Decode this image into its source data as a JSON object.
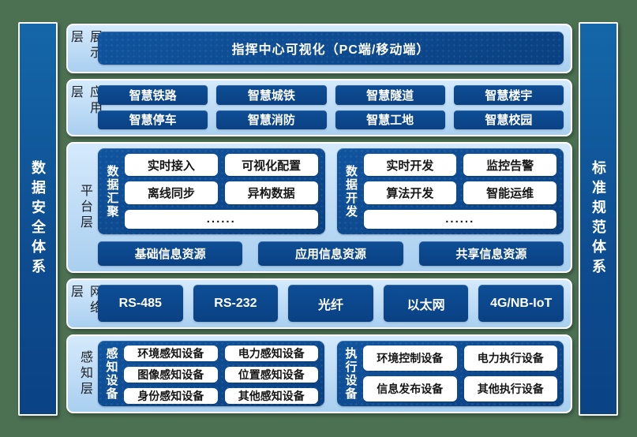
{
  "colors": {
    "background_green": "#4C7052",
    "panel_light_blue": "#ADD2F0",
    "box_dark_blue": "#0B4689",
    "pill_white": "#FFFFFF",
    "text_white": "#FFFFFF"
  },
  "side_bars": {
    "left": "数据安全体系",
    "right": "标准规范体系"
  },
  "layers": {
    "presentation": {
      "label": "展示层",
      "title": "指挥中心可视化（PC端/移动端）"
    },
    "application": {
      "label": "应用层",
      "items": [
        "智慧铁路",
        "智慧城铁",
        "智慧隧道",
        "智慧楼宇",
        "智慧停车",
        "智慧消防",
        "智慧工地",
        "智慧校园"
      ]
    },
    "platform": {
      "label": "平台层",
      "groups": [
        {
          "name": "数据汇聚",
          "items": [
            "实时接入",
            "可视化配置",
            "离线同步",
            "异构数据"
          ],
          "more": "......"
        },
        {
          "name": "数据开发",
          "items": [
            "实时开发",
            "监控告警",
            "算法开发",
            "智能运维"
          ],
          "more": "......"
        }
      ],
      "resources": [
        "基础信息资源",
        "应用信息资源",
        "共享信息资源"
      ]
    },
    "network": {
      "label": "网络层",
      "items": [
        "RS-485",
        "RS-232",
        "光纤",
        "以太网",
        "4G/NB-IoT"
      ]
    },
    "perception": {
      "label": "感知层",
      "groups": [
        {
          "name": "感知设备",
          "items": [
            "环境感知设备",
            "电力感知设备",
            "图像感知设备",
            "位置感知设备",
            "身份感知设备",
            "其他感知设备"
          ]
        },
        {
          "name": "执行设备",
          "items": [
            "环境控制设备",
            "电力执行设备",
            "信息发布设备",
            "其他执行设备"
          ]
        }
      ]
    }
  }
}
